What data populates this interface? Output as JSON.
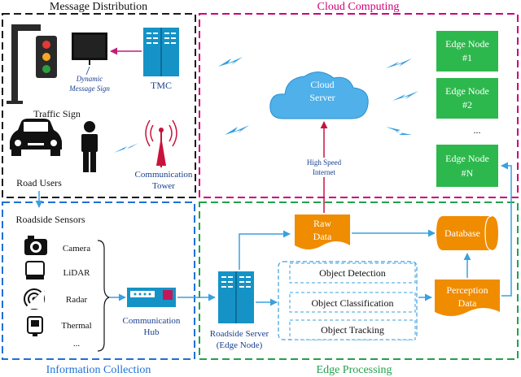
{
  "sections": {
    "message_distribution": "Message Distribution",
    "cloud_computing": "Cloud Computing",
    "information_collection": "Information Collection",
    "edge_processing": "Edge Processing"
  },
  "message": {
    "dynamic_sign_line1": "Dynamic",
    "dynamic_sign_line2": "Message Sign",
    "tmc": "TMC",
    "traffic_sign": "Traffic Sign",
    "road_users": "Road Users",
    "comm_tower_line1": "Communication",
    "comm_tower_line2": "Tower"
  },
  "cloud": {
    "server_line1": "Cloud",
    "server_line2": "Server",
    "edge_nodes": [
      {
        "line1": "Edge Node",
        "line2": "#1"
      },
      {
        "line1": "Edge Node",
        "line2": "#2"
      },
      {
        "line1": "Edge Node",
        "line2": "#N"
      }
    ],
    "ellipsis": "..."
  },
  "link": {
    "line1": "High Speed",
    "line2": "Internet"
  },
  "info": {
    "roadside_sensors": "Roadside Sensors",
    "sensors": [
      "Camera",
      "LiDAR",
      "Radar",
      "Thermal"
    ],
    "ellipsis": "...",
    "hub_line1": "Communication",
    "hub_line2": "Hub"
  },
  "edge": {
    "server_line1": "Roadside Server",
    "server_line2": "(Edge Node)",
    "raw_line1": "Raw",
    "raw_line2": "Data",
    "database": "Database",
    "perception_line1": "Perception",
    "perception_line2": "Data",
    "tasks": [
      "Object Detection",
      "Object Classification",
      "Object Tracking"
    ]
  },
  "colors": {
    "message_border": "#1a1a1a",
    "cloud_border": "#cc0077",
    "info_border": "#1f6fd6",
    "edge_border": "#22a14a",
    "edge_node_fill": "#2db84d",
    "orange": "#f08c00",
    "blue_arrow": "#3aa0e0",
    "cloud_fill": "#4fb0ea",
    "tower": "#c8133c",
    "server_fill": "#1593c7"
  }
}
